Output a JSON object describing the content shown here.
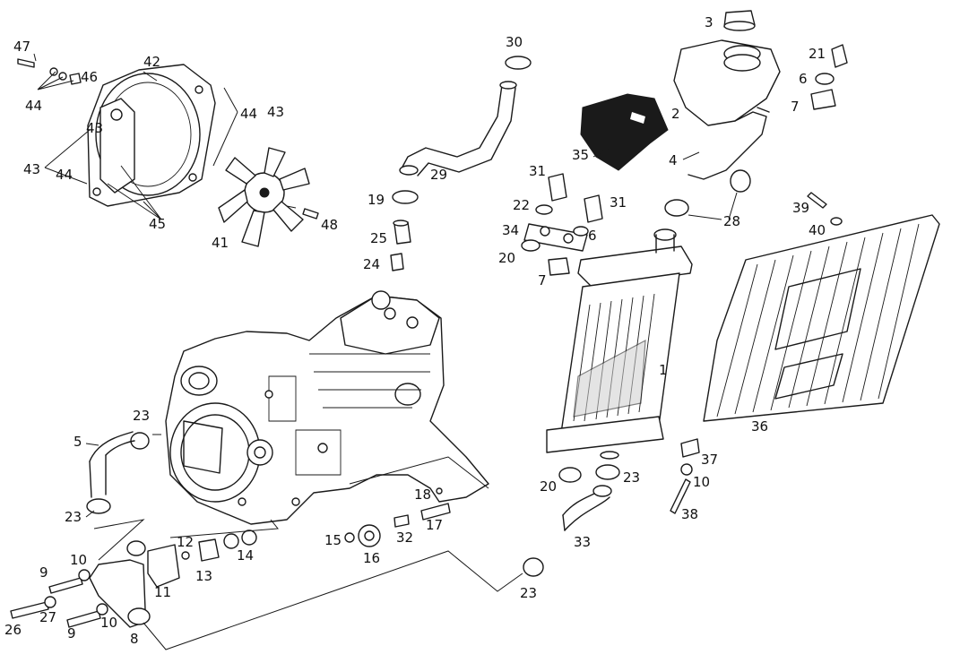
{
  "diagram": {
    "callouts": [
      "1",
      "2",
      "3",
      "4",
      "5",
      "6",
      "6",
      "7",
      "7",
      "8",
      "9",
      "9",
      "10",
      "10",
      "10",
      "11",
      "12",
      "13",
      "14",
      "15",
      "16",
      "17",
      "18",
      "19",
      "20",
      "20",
      "21",
      "22",
      "23",
      "23",
      "23",
      "23",
      "24",
      "25",
      "26",
      "27",
      "28",
      "29",
      "30",
      "31",
      "31",
      "32",
      "33",
      "34",
      "35",
      "36",
      "37",
      "38",
      "39",
      "40",
      "41",
      "42",
      "43",
      "43",
      "43",
      "44",
      "44",
      "44",
      "45",
      "46",
      "47",
      "48"
    ]
  }
}
